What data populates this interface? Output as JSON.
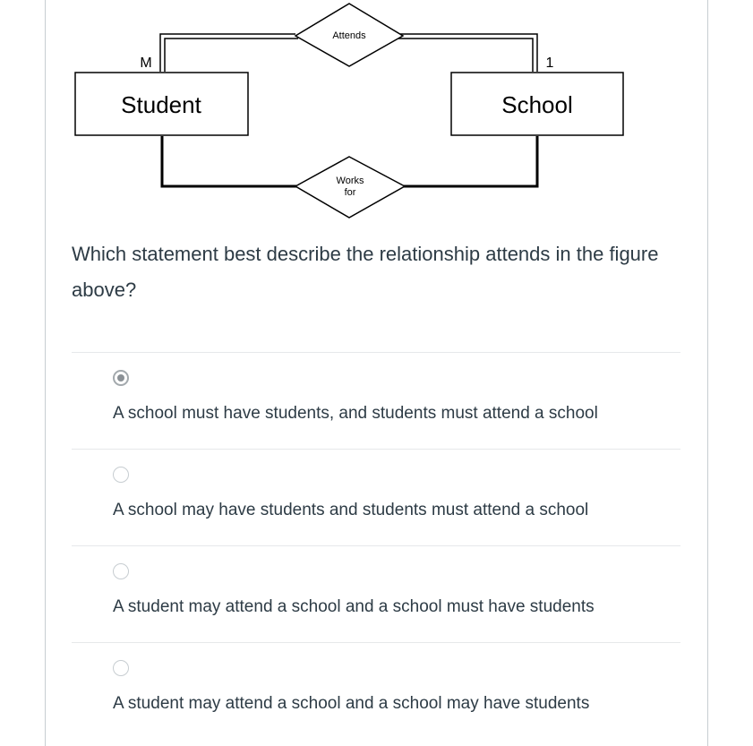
{
  "diagram": {
    "entity_student": "Student",
    "entity_school": "School",
    "relationship_attends": "Attends",
    "relationship_works_line1": "Works",
    "relationship_works_line2": "for",
    "cardinality_student": "M",
    "cardinality_school": "1"
  },
  "question": {
    "text": "Which statement best describe the relationship attends in the figure above?"
  },
  "options": [
    {
      "label": "A school must have students, and students must attend a school",
      "selected": true
    },
    {
      "label": "A school may have students and students must attend a school",
      "selected": false
    },
    {
      "label": "A student may attend a school and a school must have students",
      "selected": false
    },
    {
      "label": "A student may attend a school and a school may have students",
      "selected": false
    }
  ],
  "colors": {
    "text": "#2d3b45",
    "border": "#c7cdd1",
    "radio_selected": "#8b9196"
  }
}
